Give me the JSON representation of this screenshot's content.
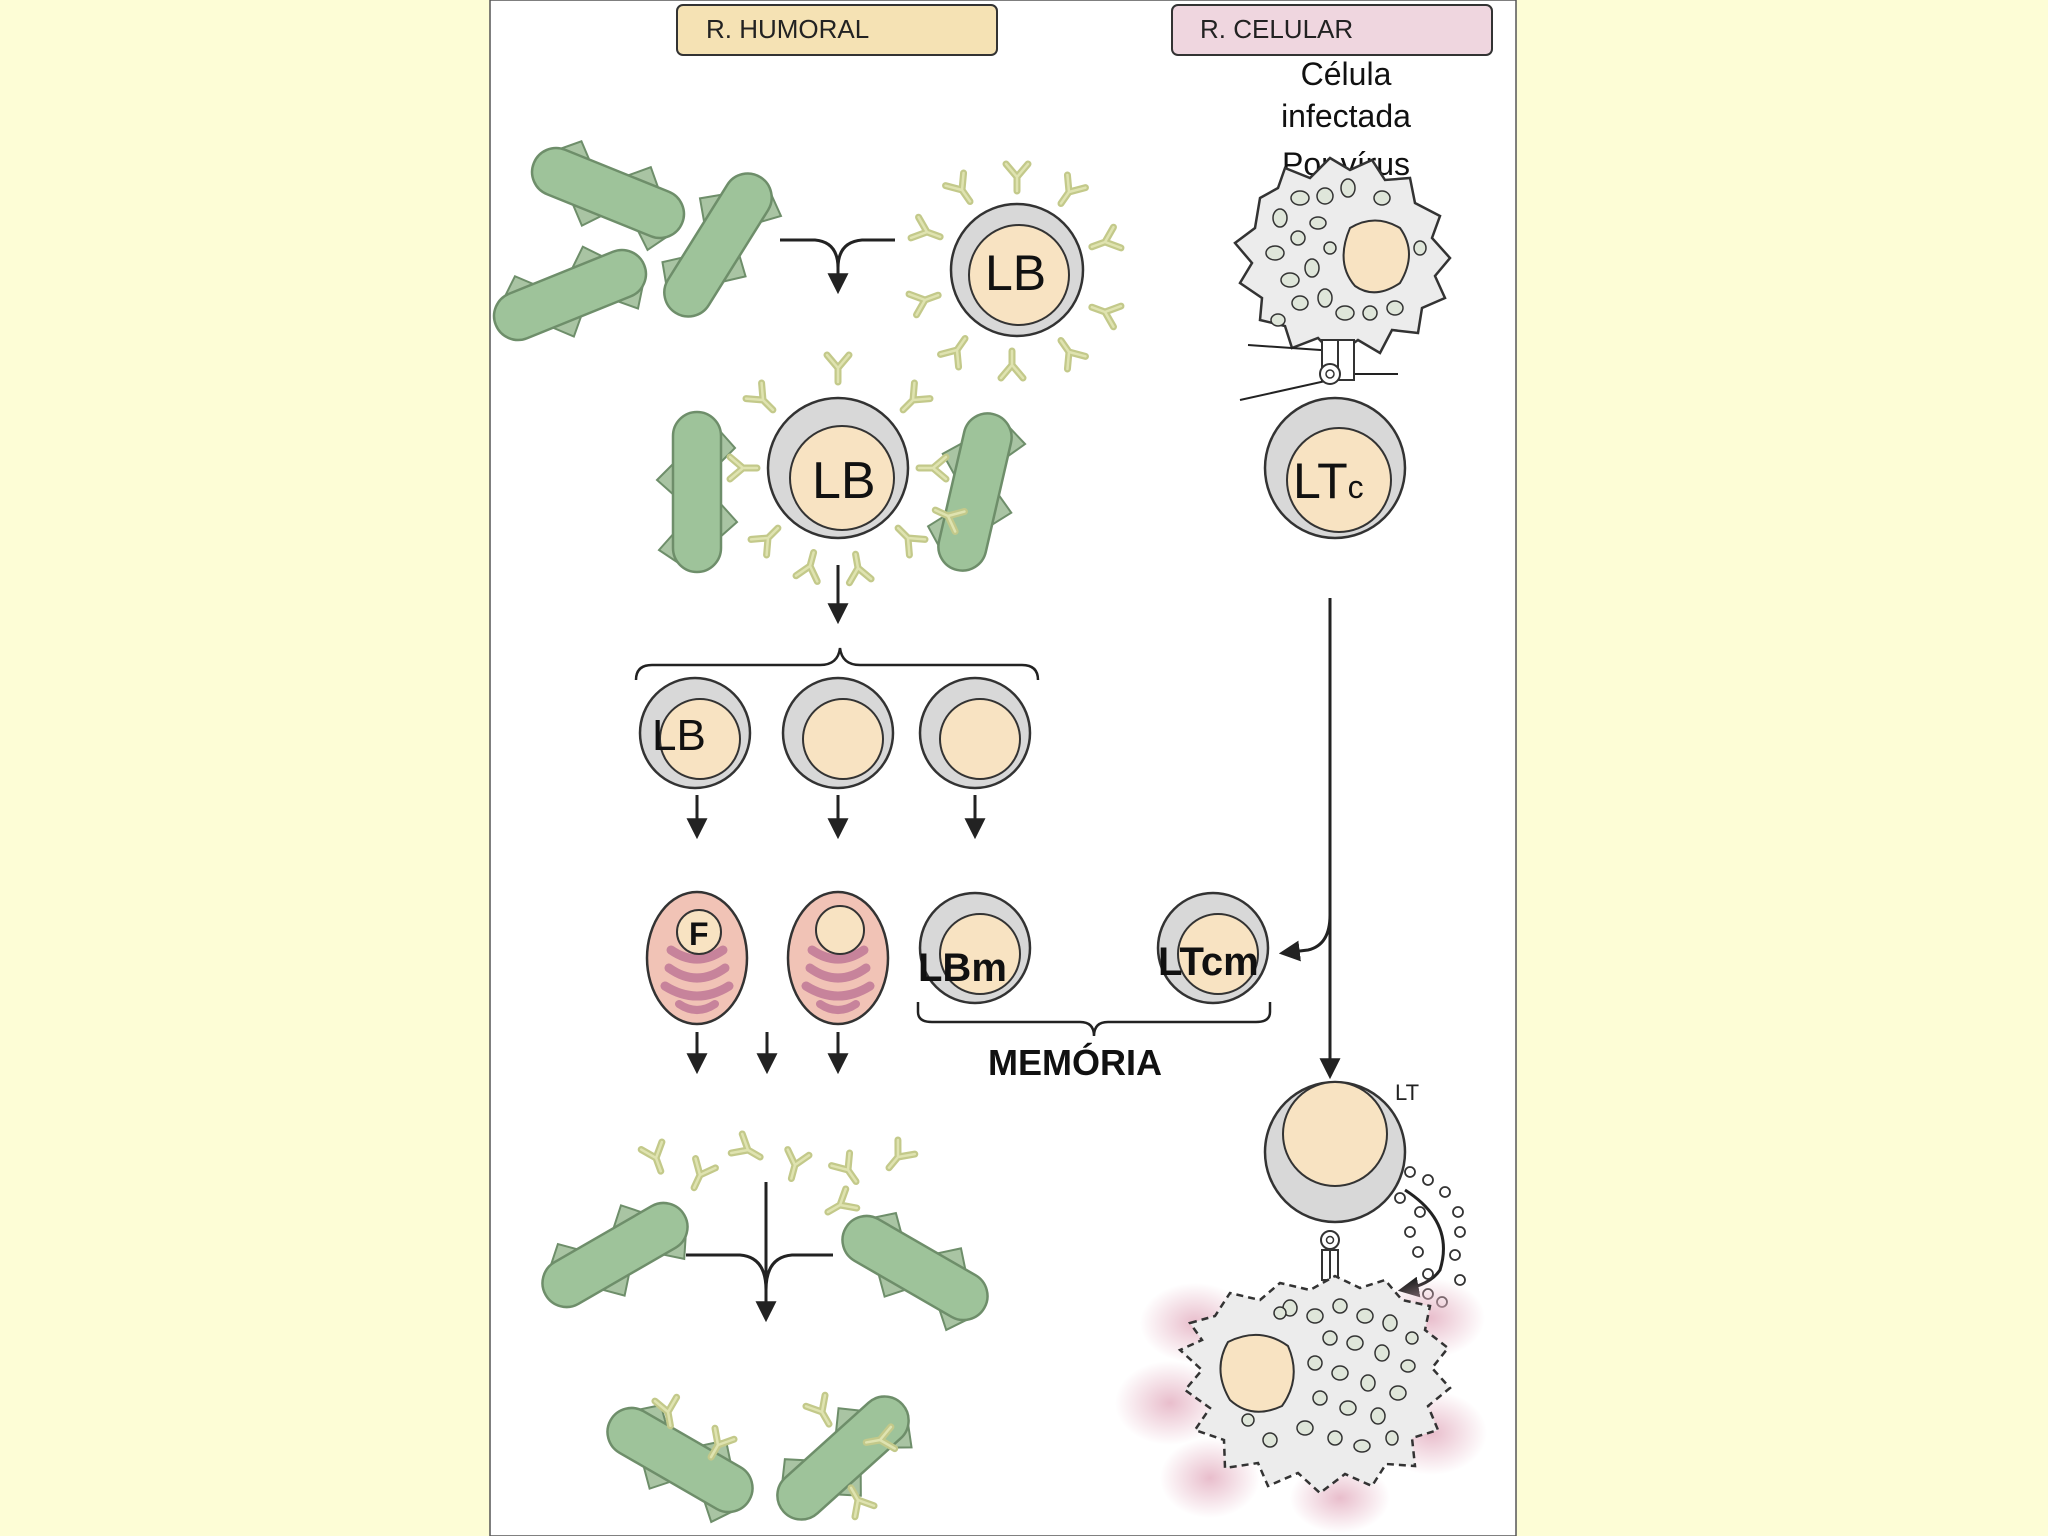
{
  "headers": {
    "humoral": "R. HUMORAL",
    "celular": "R. CELULAR"
  },
  "labels": {
    "infected_line1": "Célula",
    "infected_line2": "infectada",
    "infected_line3": "Por vírus",
    "lb_top": "LB",
    "lb_activated": "LB",
    "lb_clone": "LB",
    "plasma_letter": "F",
    "lbm": "LBm",
    "ltcm": "LTcm",
    "ltc_main": "LT",
    "ltc_sub": "c",
    "lt_small": "LT",
    "memoria": "MEMÓRIA"
  },
  "colors": {
    "background": "#fdfdd6",
    "panel": "#ffffff",
    "bacteria": "#9ec39a",
    "bacteria_stroke": "#6e8e6a",
    "antibody": "#c3c98a",
    "cell_ring": "#d8d8d8",
    "nucleus": "#f8e3c2",
    "plasma": "#f1c3b6",
    "er": "#c7839b",
    "humoral_header": "#f5e2b4",
    "celular_header": "#efd6df",
    "kill_halo": "#e6b6c6"
  }
}
